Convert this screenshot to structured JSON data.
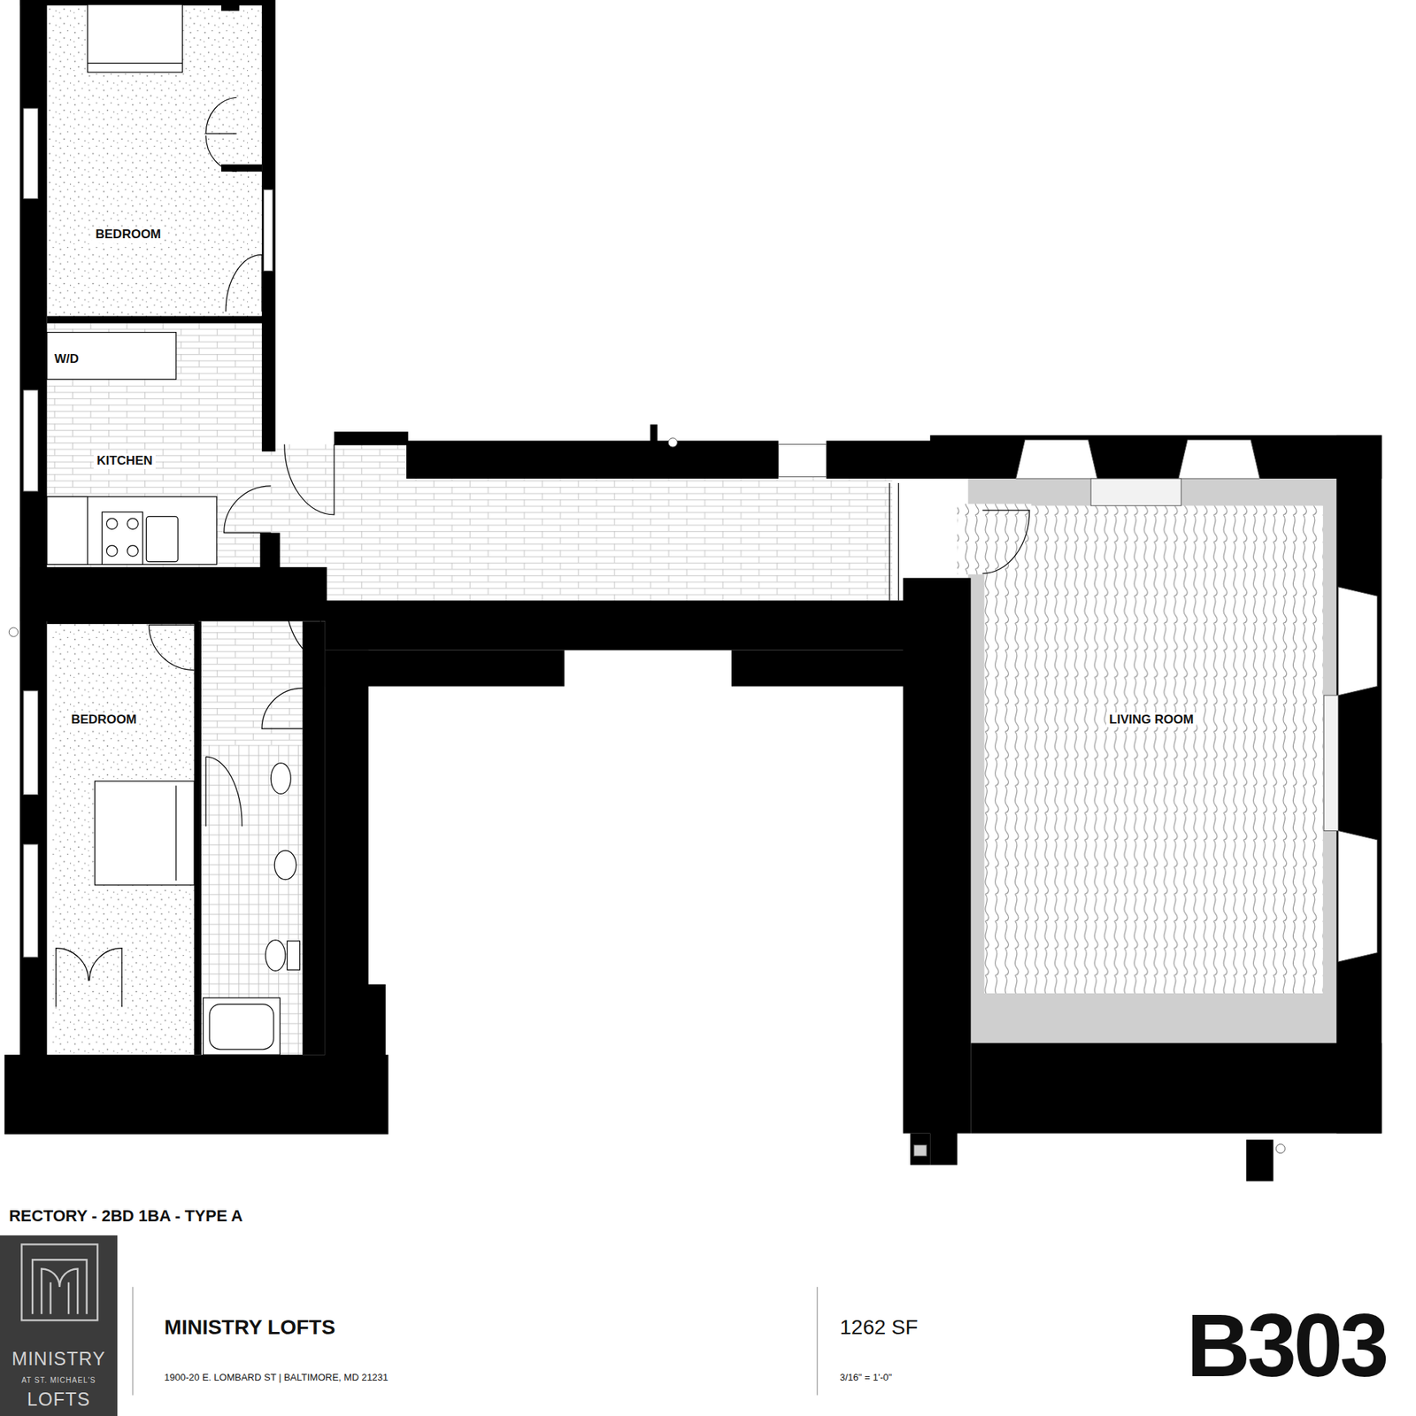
{
  "diagram": {
    "title": "RECTORY - 2BD 1BA - TYPE A",
    "nodes": [
      {
        "text": [
          "BEDROOM"
        ]
      },
      {
        "text": [
          "KITCHEN"
        ]
      },
      {
        "text": [
          "BEDROOM"
        ]
      },
      {
        "text": [
          "LIVING ROOM"
        ]
      },
      {
        "text": [
          "MINISTRY",
          "AT ST. MICHAEL'S",
          "LOFTS"
        ]
      }
    ],
    "labels": [
      "W/D",
      "MINISTRY LOFTS",
      "1900-20 E. LOMBARD ST | BALTIMORE, MD 21231",
      "1262 SF",
      "3/16\" = 1'-0\"",
      "B303"
    ]
  }
}
